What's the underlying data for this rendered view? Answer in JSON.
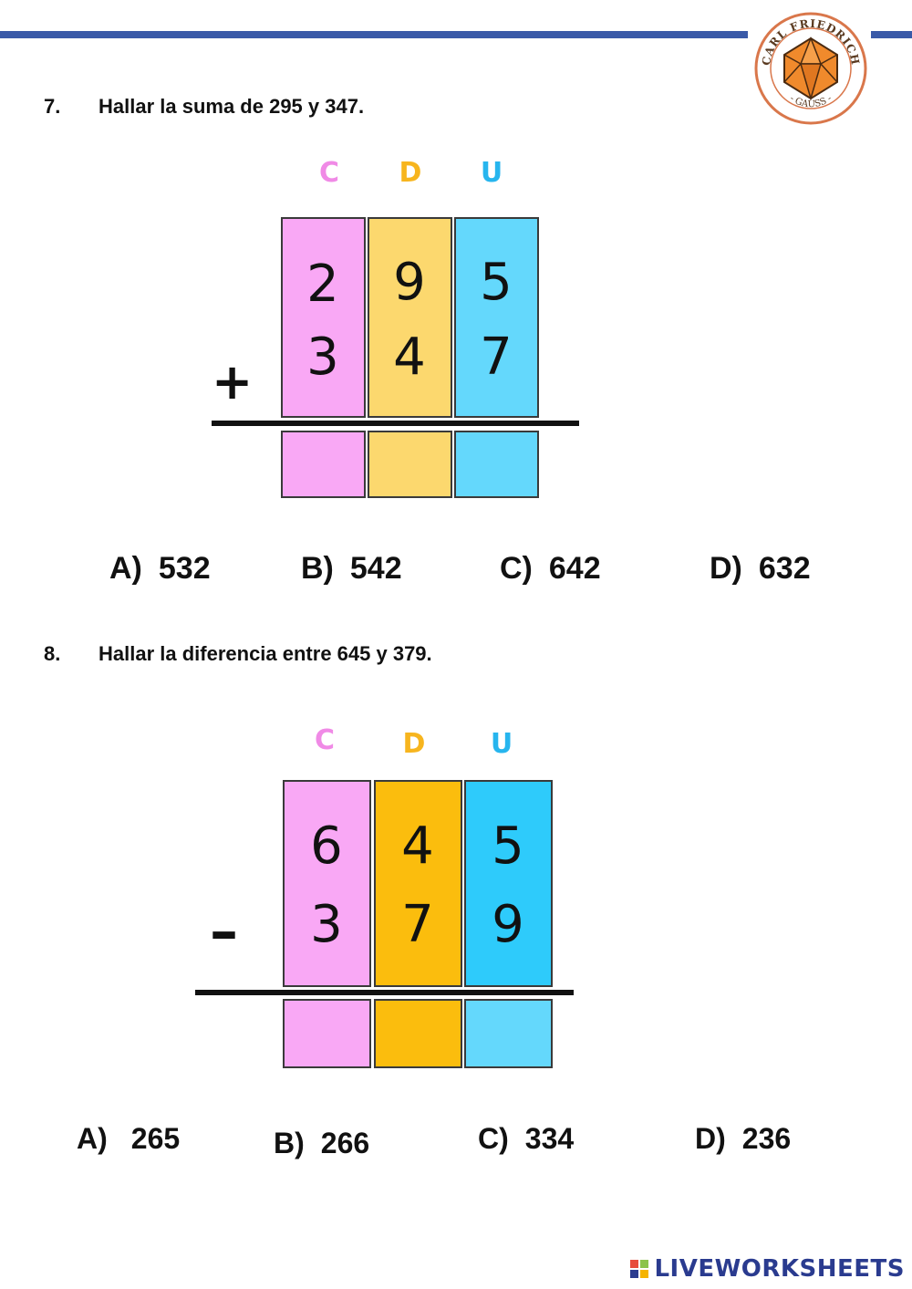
{
  "header": {
    "logo": {
      "text_top": "CARL FRIEDRICH",
      "text_bottom": "- GAUSS -",
      "icon": "polyhedron-seal-icon"
    }
  },
  "q7": {
    "number": "7.",
    "text": "Hallar la suma de 295 y 347.",
    "columns": [
      "C",
      "D",
      "U"
    ],
    "row1": [
      "2",
      "9",
      "5"
    ],
    "row2": [
      "3",
      "4",
      "7"
    ],
    "operator": "+",
    "options": [
      {
        "letter": "A)",
        "value": "532"
      },
      {
        "letter": "B)",
        "value": "542"
      },
      {
        "letter": "C)",
        "value": "642"
      },
      {
        "letter": "D)",
        "value": "632"
      }
    ]
  },
  "q8": {
    "number": "8.",
    "text": "Hallar la diferencia entre 645 y 379.",
    "columns": [
      "C",
      "D",
      "U"
    ],
    "row1": [
      "6",
      "4",
      "5"
    ],
    "row2": [
      "3",
      "7",
      "9"
    ],
    "operator": "–",
    "options": [
      {
        "letter": "A)",
        "value": "265"
      },
      {
        "letter": "B)",
        "value": "266"
      },
      {
        "letter": "C)",
        "value": "334"
      },
      {
        "letter": "D)",
        "value": "236"
      }
    ]
  },
  "colors": {
    "pink": "#f9a8f5",
    "yellow_light": "#fcd86e",
    "yellow_dark": "#fbbd0d",
    "blue_light": "#64d8fc",
    "blue_dark": "#2ecbfb",
    "head_c": "#f08ae6",
    "head_d": "#f7b51e",
    "head_u": "#27b5ee",
    "brand": "#2a3b8f"
  },
  "footer": {
    "brand": "LIVEWORKSHEETS"
  }
}
